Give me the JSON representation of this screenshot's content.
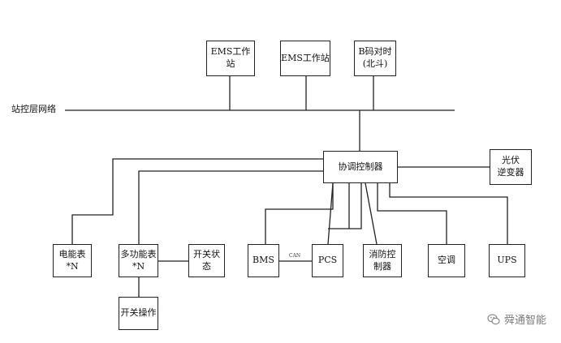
{
  "network_label": "站控层网络",
  "boxes": {
    "ems1": "EMS工作站",
    "ems2": "EMS工作站",
    "bcode": "B码对时\n(北斗)",
    "coord": "协调控制器",
    "pv": "光伏\n逆变器",
    "meter": "电能表\n*N",
    "multi": "多功能表\n*N",
    "switch_state": "开关状态",
    "switch_op": "开关操作",
    "bms": "BMS",
    "pcs": "PCS",
    "fire": "消防控\n制器",
    "ac": "空调",
    "ups": "UPS"
  },
  "can_label": "CAN",
  "watermark": "舜通智能",
  "watermark_icon": "wechat-icon"
}
